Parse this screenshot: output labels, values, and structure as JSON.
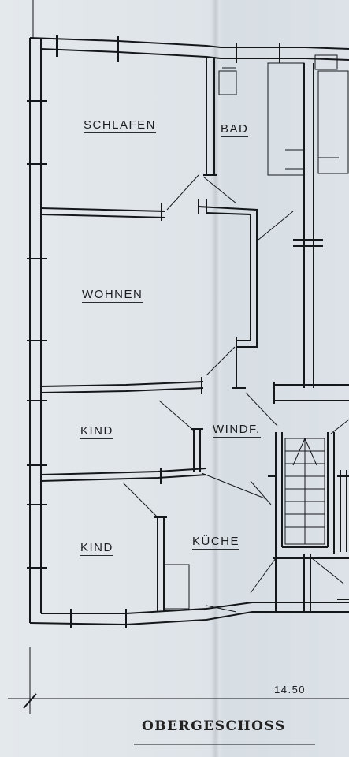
{
  "plan": {
    "rooms": {
      "schlafen": "SCHLAFEN",
      "bad": "BAD",
      "wohnen": "WOHNEN",
      "kind_1": "KIND",
      "windf": "WINDF.",
      "kind_2": "KIND",
      "kueche": "KÜCHE"
    },
    "dimension": "14.50",
    "floor_title": "OBERGESCHOSS"
  },
  "colors": {
    "paper": "#dfe5ea",
    "ink": "#1b1d1f"
  }
}
